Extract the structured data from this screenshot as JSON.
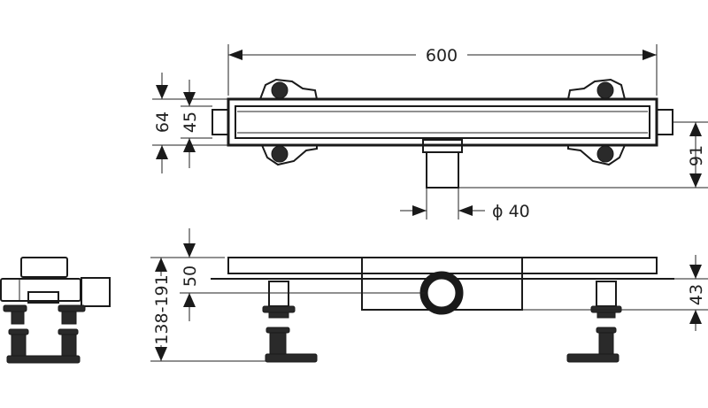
{
  "top_view": {
    "length_label": "600",
    "height_outer_label": "64",
    "height_inner_label": "45",
    "outlet_offset_label": "91",
    "outlet_diameter_label": "ϕ 40"
  },
  "side_view": {
    "height_range_label": "138-191",
    "outlet_depth_label": "50",
    "outlet_offset_label": "43"
  }
}
